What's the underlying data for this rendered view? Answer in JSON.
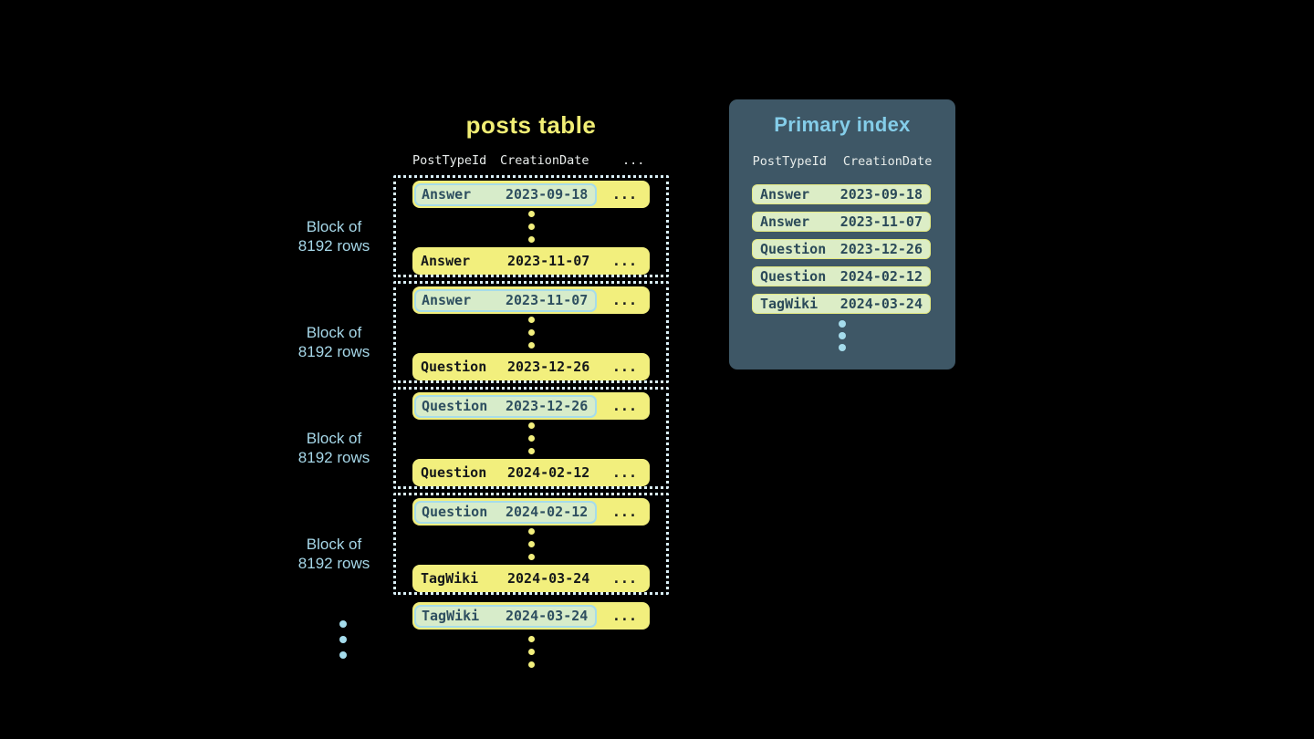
{
  "colors": {
    "background": "#000000",
    "row_yellow": "#f2ef7d",
    "highlight_green": "#d7ecca",
    "highlight_border_cyan": "#a6dcea",
    "index_row_green": "#dcedc6",
    "index_row_border_yellow": "#e4e982",
    "panel_slate": "#3e5766",
    "accent_light_blue": "#a6d7e8",
    "title_yellow": "#f1ee75",
    "index_title_blue": "#84cde9"
  },
  "posts_table": {
    "title": "posts table",
    "columns": [
      "PostTypeId",
      "CreationDate",
      "..."
    ],
    "ellipsis": "...",
    "block_label": [
      "Block of",
      "8192 rows"
    ],
    "blocks": [
      {
        "first_row": {
          "post_type": "Answer",
          "creation_date": "2023-09-18"
        },
        "last_row": {
          "post_type": "Answer",
          "creation_date": "2023-11-07"
        }
      },
      {
        "first_row": {
          "post_type": "Answer",
          "creation_date": "2023-11-07"
        },
        "last_row": {
          "post_type": "Question",
          "creation_date": "2023-12-26"
        }
      },
      {
        "first_row": {
          "post_type": "Question",
          "creation_date": "2023-12-26"
        },
        "last_row": {
          "post_type": "Question",
          "creation_date": "2024-02-12"
        }
      },
      {
        "first_row": {
          "post_type": "Question",
          "creation_date": "2024-02-12"
        },
        "last_row": {
          "post_type": "TagWiki",
          "creation_date": "2024-03-24"
        }
      }
    ],
    "tail_row": {
      "post_type": "TagWiki",
      "creation_date": "2024-03-24"
    }
  },
  "primary_index": {
    "title": "Primary index",
    "columns": [
      "PostTypeId",
      "CreationDate"
    ],
    "rows": [
      {
        "post_type": "Answer",
        "creation_date": "2023-09-18"
      },
      {
        "post_type": "Answer",
        "creation_date": "2023-11-07"
      },
      {
        "post_type": "Question",
        "creation_date": "2023-12-26"
      },
      {
        "post_type": "Question",
        "creation_date": "2024-02-12"
      },
      {
        "post_type": "TagWiki",
        "creation_date": "2024-03-24"
      }
    ]
  }
}
